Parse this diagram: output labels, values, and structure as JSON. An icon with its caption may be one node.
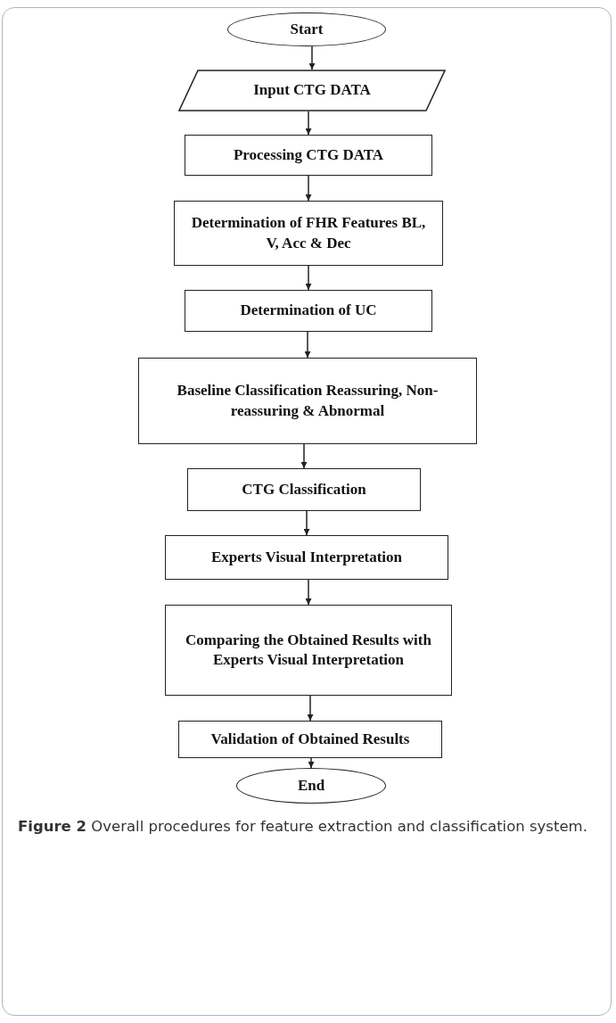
{
  "diagram": {
    "caption": "**Figure 2** Overall procedures for feature extraction and classification system.",
    "nodes": [
      {
        "text": [
          "Start"
        ]
      },
      {
        "text": [
          "Input CTG DATA"
        ]
      },
      {
        "text": [
          "Processing CTG DATA"
        ]
      },
      {
        "text": [
          "Determination of FHR Features BL, V, Acc & Dec"
        ]
      },
      {
        "text": [
          "Determination of UC"
        ]
      },
      {
        "text": [
          "Baseline Classification Reassuring, Non-reassuring & Abnormal"
        ]
      },
      {
        "text": [
          "CTG Classification"
        ]
      },
      {
        "text": [
          "Experts Visual Interpretation"
        ]
      },
      {
        "text": [
          "Comparing the Obtained Results with Experts Visual Interpretation"
        ]
      },
      {
        "text": [
          "Validation of Obtained Results"
        ]
      },
      {
        "text": [
          "End"
        ]
      }
    ],
    "edges": [
      {
        "from": 0,
        "to": 1,
        "arrow": "to"
      },
      {
        "from": 1,
        "to": 2,
        "arrow": "to"
      },
      {
        "from": 2,
        "to": 3,
        "arrow": "to"
      },
      {
        "from": 3,
        "to": 4,
        "arrow": "to"
      },
      {
        "from": 4,
        "to": 5,
        "arrow": "to"
      },
      {
        "from": 5,
        "to": 6,
        "arrow": "to"
      },
      {
        "from": 6,
        "to": 7,
        "arrow": "to"
      },
      {
        "from": 7,
        "to": 8,
        "arrow": "to"
      },
      {
        "from": 8,
        "to": 9,
        "arrow": "to"
      },
      {
        "from": 9,
        "to": 10,
        "arrow": "to"
      }
    ]
  }
}
